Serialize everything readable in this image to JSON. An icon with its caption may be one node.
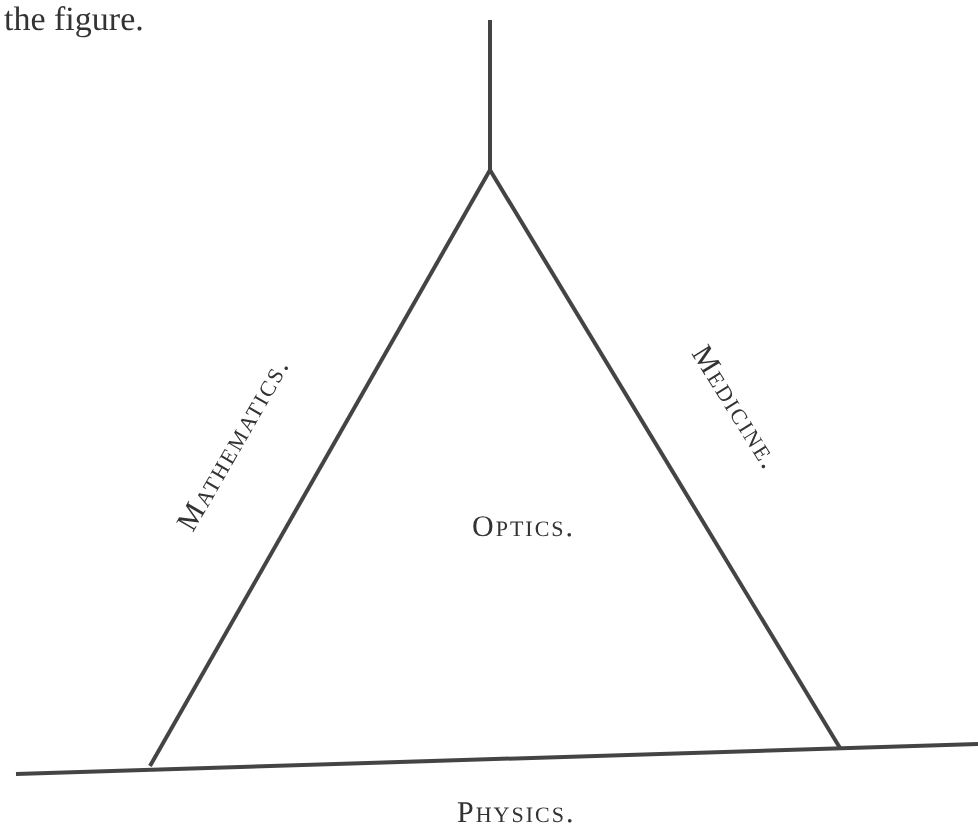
{
  "diagram": {
    "labels": [
      "the figure.",
      "Mathematics.",
      "Medicine.",
      "Optics.",
      "Physics."
    ]
  }
}
